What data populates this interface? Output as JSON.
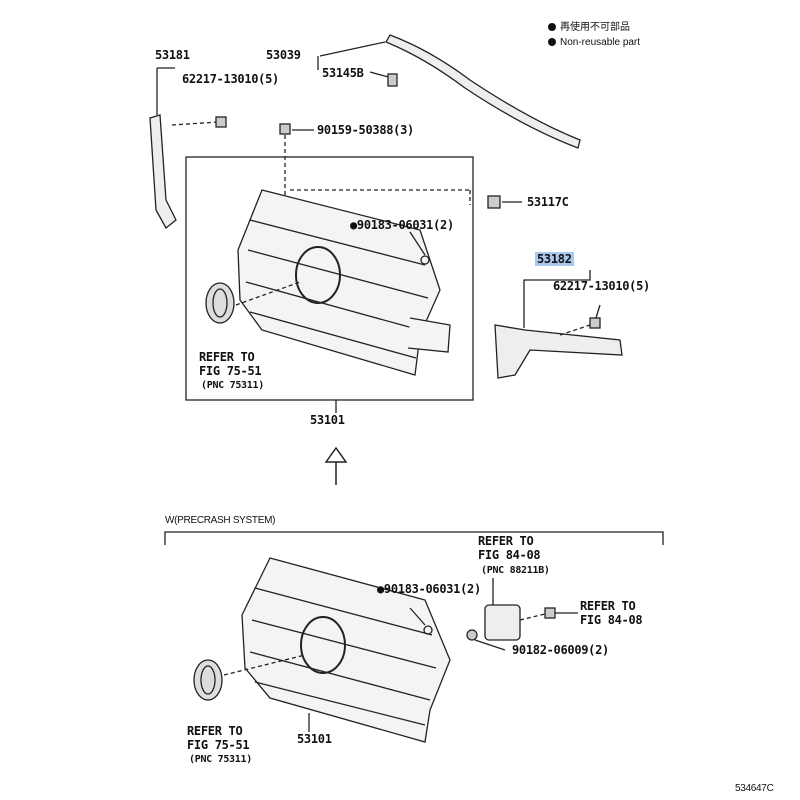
{
  "legend": {
    "item_jp": "再使用不可部品",
    "item_en": "Non-reusable part"
  },
  "upper": {
    "p53181": "53181",
    "clip_left": "62217-13010(5)",
    "p53039": "53039",
    "p53145b": "53145B",
    "screw": "90159-50388(3)",
    "p53117c": "53117C",
    "nut": "●90183-06031(2)",
    "p53182": "53182",
    "clip_right": "62217-13010(5)",
    "refer_line1": "REFER TO",
    "refer_line2": "FIG 75-51",
    "refer_line3": "(PNC 75311)",
    "grille": "53101"
  },
  "lower": {
    "section_title": "W(PRECRASH SYSTEM)",
    "sensor_refer1": "REFER TO",
    "sensor_refer2": "FIG 84-08",
    "sensor_refer3": "(PNC 88211B)",
    "nut": "●90183-06031(2)",
    "bolt_refer1": "REFER TO",
    "bolt_refer2": "FIG 84-08",
    "screw": "90182-06009(2)",
    "refer_line1": "REFER TO",
    "refer_line2": "FIG 75-51",
    "refer_line3": "(PNC 75311)",
    "grille": "53101"
  },
  "figure_id": "534647C",
  "highlight_color": "#a9c8ee"
}
